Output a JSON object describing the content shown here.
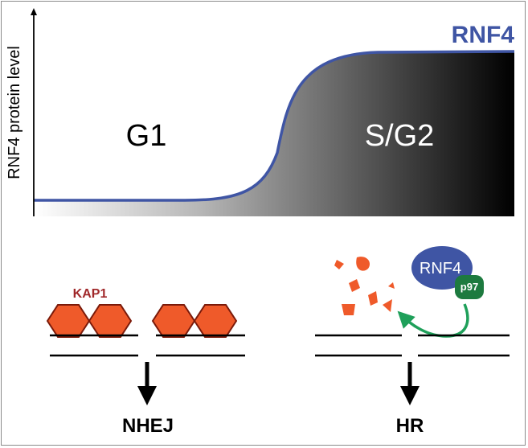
{
  "plot": {
    "y_axis_label": "RNF4 protein level",
    "curve_label": "RNF4",
    "phase_left": "G1",
    "phase_right": "S/G2"
  },
  "repair": {
    "left": {
      "protein_label": "KAP1",
      "pathway_label": "NHEJ"
    },
    "right": {
      "ligase_label": "RNF4",
      "segregase_label": "p97",
      "pathway_label": "HR"
    }
  },
  "colors": {
    "rnf4": "#3f55a4",
    "kap1_fill": "#ef5a2a",
    "kap1_stroke": "#7a1a0a",
    "kap1_label": "#a0282a",
    "p97": "#1d7a3f",
    "arrow_green": "#1fa05a",
    "fragments": "#ef5a2a"
  },
  "chart_data": {
    "type": "line",
    "title": "",
    "xlabel": "",
    "ylabel": "RNF4 protein level",
    "series": [
      {
        "name": "RNF4",
        "values": [
          0.05,
          0.05,
          0.05,
          0.07,
          0.2,
          0.55,
          0.88,
          1.0,
          1.0,
          1.0
        ]
      }
    ],
    "annotations": [
      "G1",
      "S/G2"
    ],
    "background": "gradient from white (G1) to black (S/G2)"
  }
}
